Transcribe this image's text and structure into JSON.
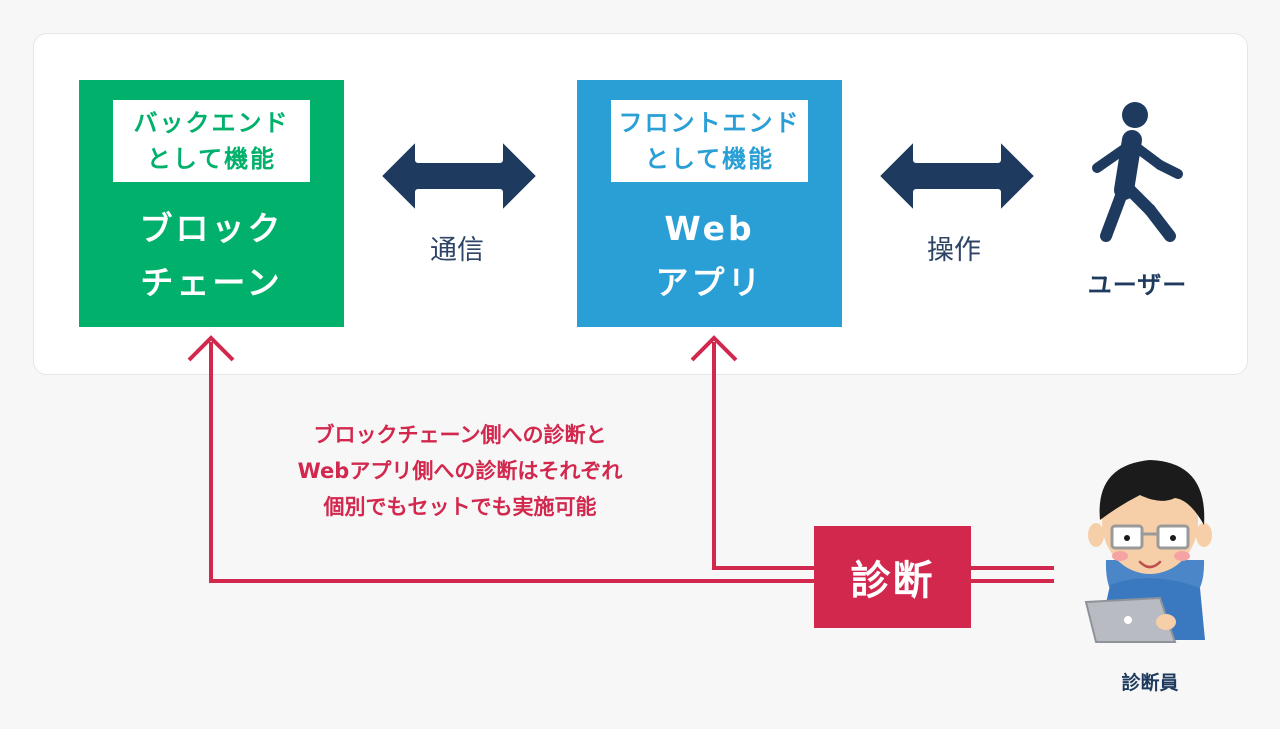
{
  "backend": {
    "tag_line1": "バックエンド",
    "tag_line2": "として機能",
    "title_line1": "ブロック",
    "title_line2": "チェーン"
  },
  "frontend": {
    "tag_line1": "フロントエンド",
    "tag_line2": "として機能",
    "title_line1": "Web",
    "title_line2": "アプリ"
  },
  "arrows": {
    "communication_label": "通信",
    "operation_label": "操作"
  },
  "user": {
    "label": "ユーザー"
  },
  "note": {
    "line1": "ブロックチェーン側への診断と",
    "line2": "Webアプリ側への診断はそれぞれ",
    "line3": "個別でもセットでも実施可能"
  },
  "diagnosis": {
    "box_label": "診断",
    "person_label": "診断員"
  },
  "colors": {
    "backend": "#00b06b",
    "frontend": "#2a9fd6",
    "arrow": "#1e3a5f",
    "diagnosis": "#d2284e"
  }
}
